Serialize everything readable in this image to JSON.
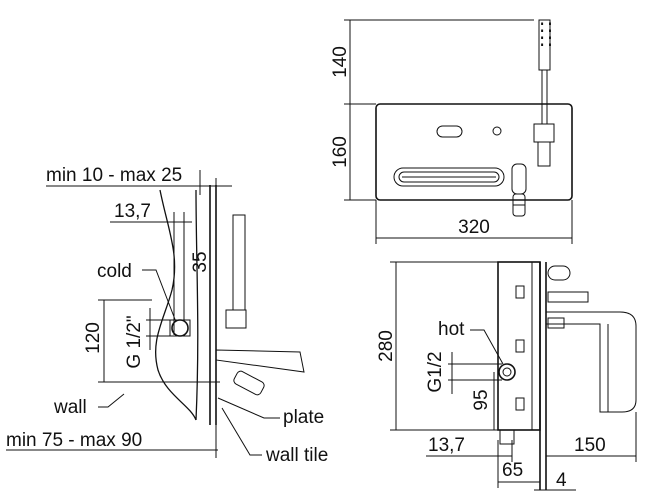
{
  "front_view": {
    "dim_height_top": "140",
    "dim_height_plate": "160",
    "dim_width": "320"
  },
  "side_view": {
    "dim_min_max_top": "min 10 - max 25",
    "dim_13_7": "13,7",
    "dim_35": "35",
    "dim_120": "120",
    "dim_thread": "G 1/2\"",
    "dim_min_max_bottom": "min 75 - max 90",
    "label_cold": "cold",
    "label_wall": "wall",
    "label_plate": "plate",
    "label_wall_tile": "wall tile"
  },
  "body_view": {
    "dim_280": "280",
    "dim_thread": "G1/2",
    "dim_95": "95",
    "dim_13_7": "13,7",
    "dim_65": "65",
    "dim_150": "150",
    "dim_4": "4",
    "label_hot": "hot"
  }
}
